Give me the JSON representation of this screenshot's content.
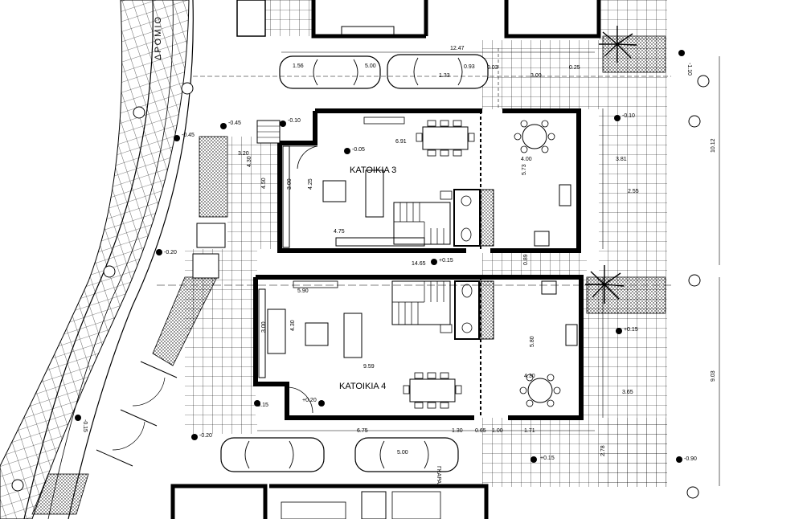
{
  "street_label": "ΔΡΟΜΙΟ",
  "house_3": {
    "title": "ΚΑΤΟΙΚΙΑ 3"
  },
  "house_4": {
    "title": "ΚΑΤΟΙΚΙΑ 4"
  },
  "garage_label": "ΓΚΑΡΑΖ",
  "levels": {
    "l1": "-0.45",
    "l2": "-0.45",
    "l3": "-0.10",
    "l4": "-0.05",
    "l5": "-0.10",
    "l6": "-1.10",
    "l7": "-0.20",
    "l8": "+0.15",
    "l9": "+0.15",
    "l10": "+0.20",
    "l11": "-0.15",
    "l12": "-0.15",
    "l13": "-0.20",
    "l14": "+0.15",
    "l15": "-0.90"
  },
  "dims": {
    "d1247": "12.47",
    "d156": "1.56",
    "d500a": "5.00",
    "d133": "1.33",
    "d093": "0.93",
    "d003": "0.03",
    "d300a": "3.00",
    "d025": "0.25",
    "d691": "6.91",
    "d320": "3.20",
    "d430a": "4.30",
    "d450": "4.50",
    "d300b": "3.00",
    "d425": "4.25",
    "d475": "4.75",
    "d400": "4.00",
    "d573": "5.73",
    "d381": "3.81",
    "d255": "2.55",
    "d1012": "10.12",
    "d1465": "14.65",
    "d089": "0.89",
    "d590": "5.90",
    "d430b": "4.30",
    "d300c": "3.00",
    "d959": "9.59",
    "d580": "5.80",
    "d430c": "4.30",
    "d365": "3.65",
    "d903": "9.03",
    "d675": "6.75",
    "d500b": "5.00",
    "d130": "1.30",
    "d065": "0.65",
    "d100": "1.00",
    "d171": "1.71",
    "d278": "2.78"
  }
}
